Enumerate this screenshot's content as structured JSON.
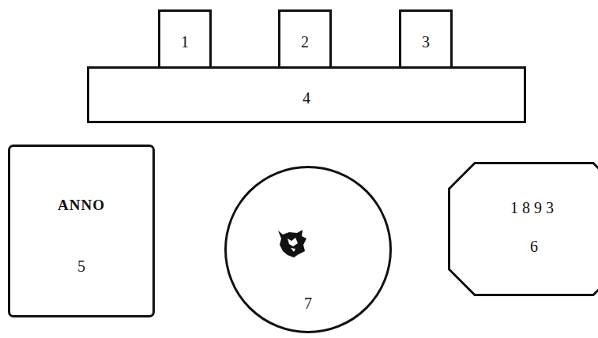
{
  "diagram": {
    "nodes": [
      {
        "text": [
          "1"
        ]
      },
      {
        "text": [
          "2"
        ]
      },
      {
        "text": [
          "3"
        ]
      },
      {
        "text": [
          "4"
        ]
      },
      {
        "text": [
          "ANNO",
          "5"
        ]
      },
      {
        "text": [
          "7"
        ]
      },
      {
        "text": [
          "1893",
          "6"
        ]
      }
    ]
  }
}
